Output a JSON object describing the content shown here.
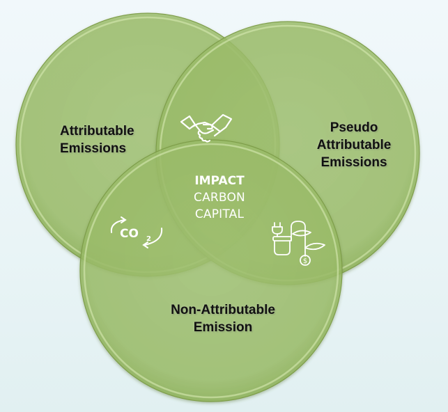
{
  "diagram": {
    "type": "venn",
    "colors": {
      "circle_fill": "#9dbf6b",
      "circle_edge": "#7e9e4a",
      "highlight": "#d7e9b3",
      "background_top": "#f1f8fb",
      "background_bottom": "#e1f0f1",
      "label_text": "#111111",
      "center_text": "#ffffff"
    },
    "circles": [
      {
        "id": "attributable",
        "label_lines": [
          "Attributable",
          "Emissions"
        ]
      },
      {
        "id": "pseudo-attributable",
        "label_lines": [
          "Pseudo",
          "Attributable",
          "Emissions"
        ]
      },
      {
        "id": "non-attributable",
        "label_lines": [
          "Non-Attributable",
          "Emission"
        ]
      }
    ],
    "center": {
      "title": "IMPACT",
      "line2": "CARBON",
      "line3": "CAPITAL"
    },
    "icons": [
      {
        "name": "handshake-icon",
        "region": "attributable ∩ pseudo-attributable"
      },
      {
        "name": "co2-cycle-icon",
        "region": "attributable ∩ non-attributable",
        "text": "CO",
        "subscript": "2"
      },
      {
        "name": "green-energy-money-icon",
        "region": "pseudo-attributable ∩ non-attributable",
        "symbol": "$"
      }
    ]
  }
}
